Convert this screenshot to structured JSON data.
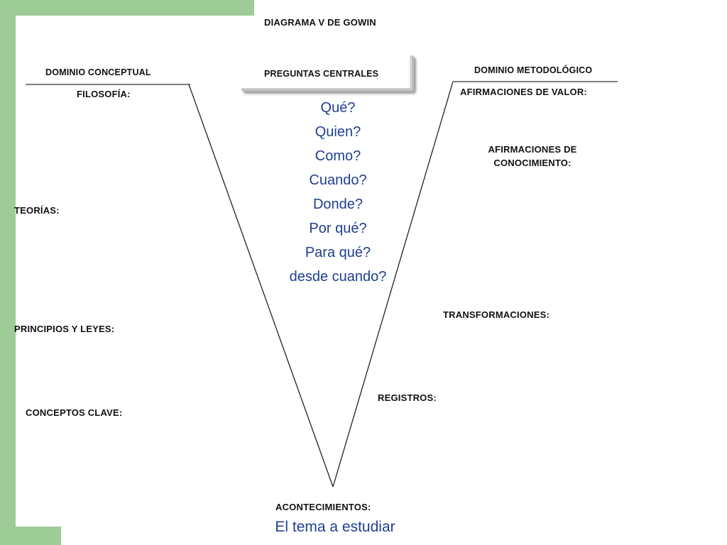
{
  "title": "DIAGRAMA V DE GOWIN",
  "central": {
    "heading": "PREGUNTAS CENTRALES",
    "questions": [
      "Qué?",
      "Quien?",
      "Como?",
      "Cuando?",
      "Donde?",
      "Por qué?",
      "Para qué?",
      "desde cuando?"
    ]
  },
  "conceptual": {
    "heading": "DOMINIO CONCEPTUAL",
    "items": [
      "FILOSOFÍA:",
      "TEORÍAS:",
      "PRINCIPIOS Y LEYES:",
      "CONCEPTOS CLAVE:"
    ]
  },
  "methodological": {
    "heading": "DOMINIO METODOLÓGICO",
    "value_claims": "AFIRMACIONES DE VALOR:",
    "knowledge_claims_line1": "AFIRMACIONES DE",
    "knowledge_claims_line2": "CONOCIMIENTO:",
    "transformations": "TRANSFORMACIONES:",
    "records": "REGISTROS:"
  },
  "events": {
    "heading": "ACONTECIMIENTOS:",
    "topic": "El tema a estudiar"
  },
  "colors": {
    "accent_green": "#9dcc96",
    "question_blue": "#1f3f8f"
  }
}
